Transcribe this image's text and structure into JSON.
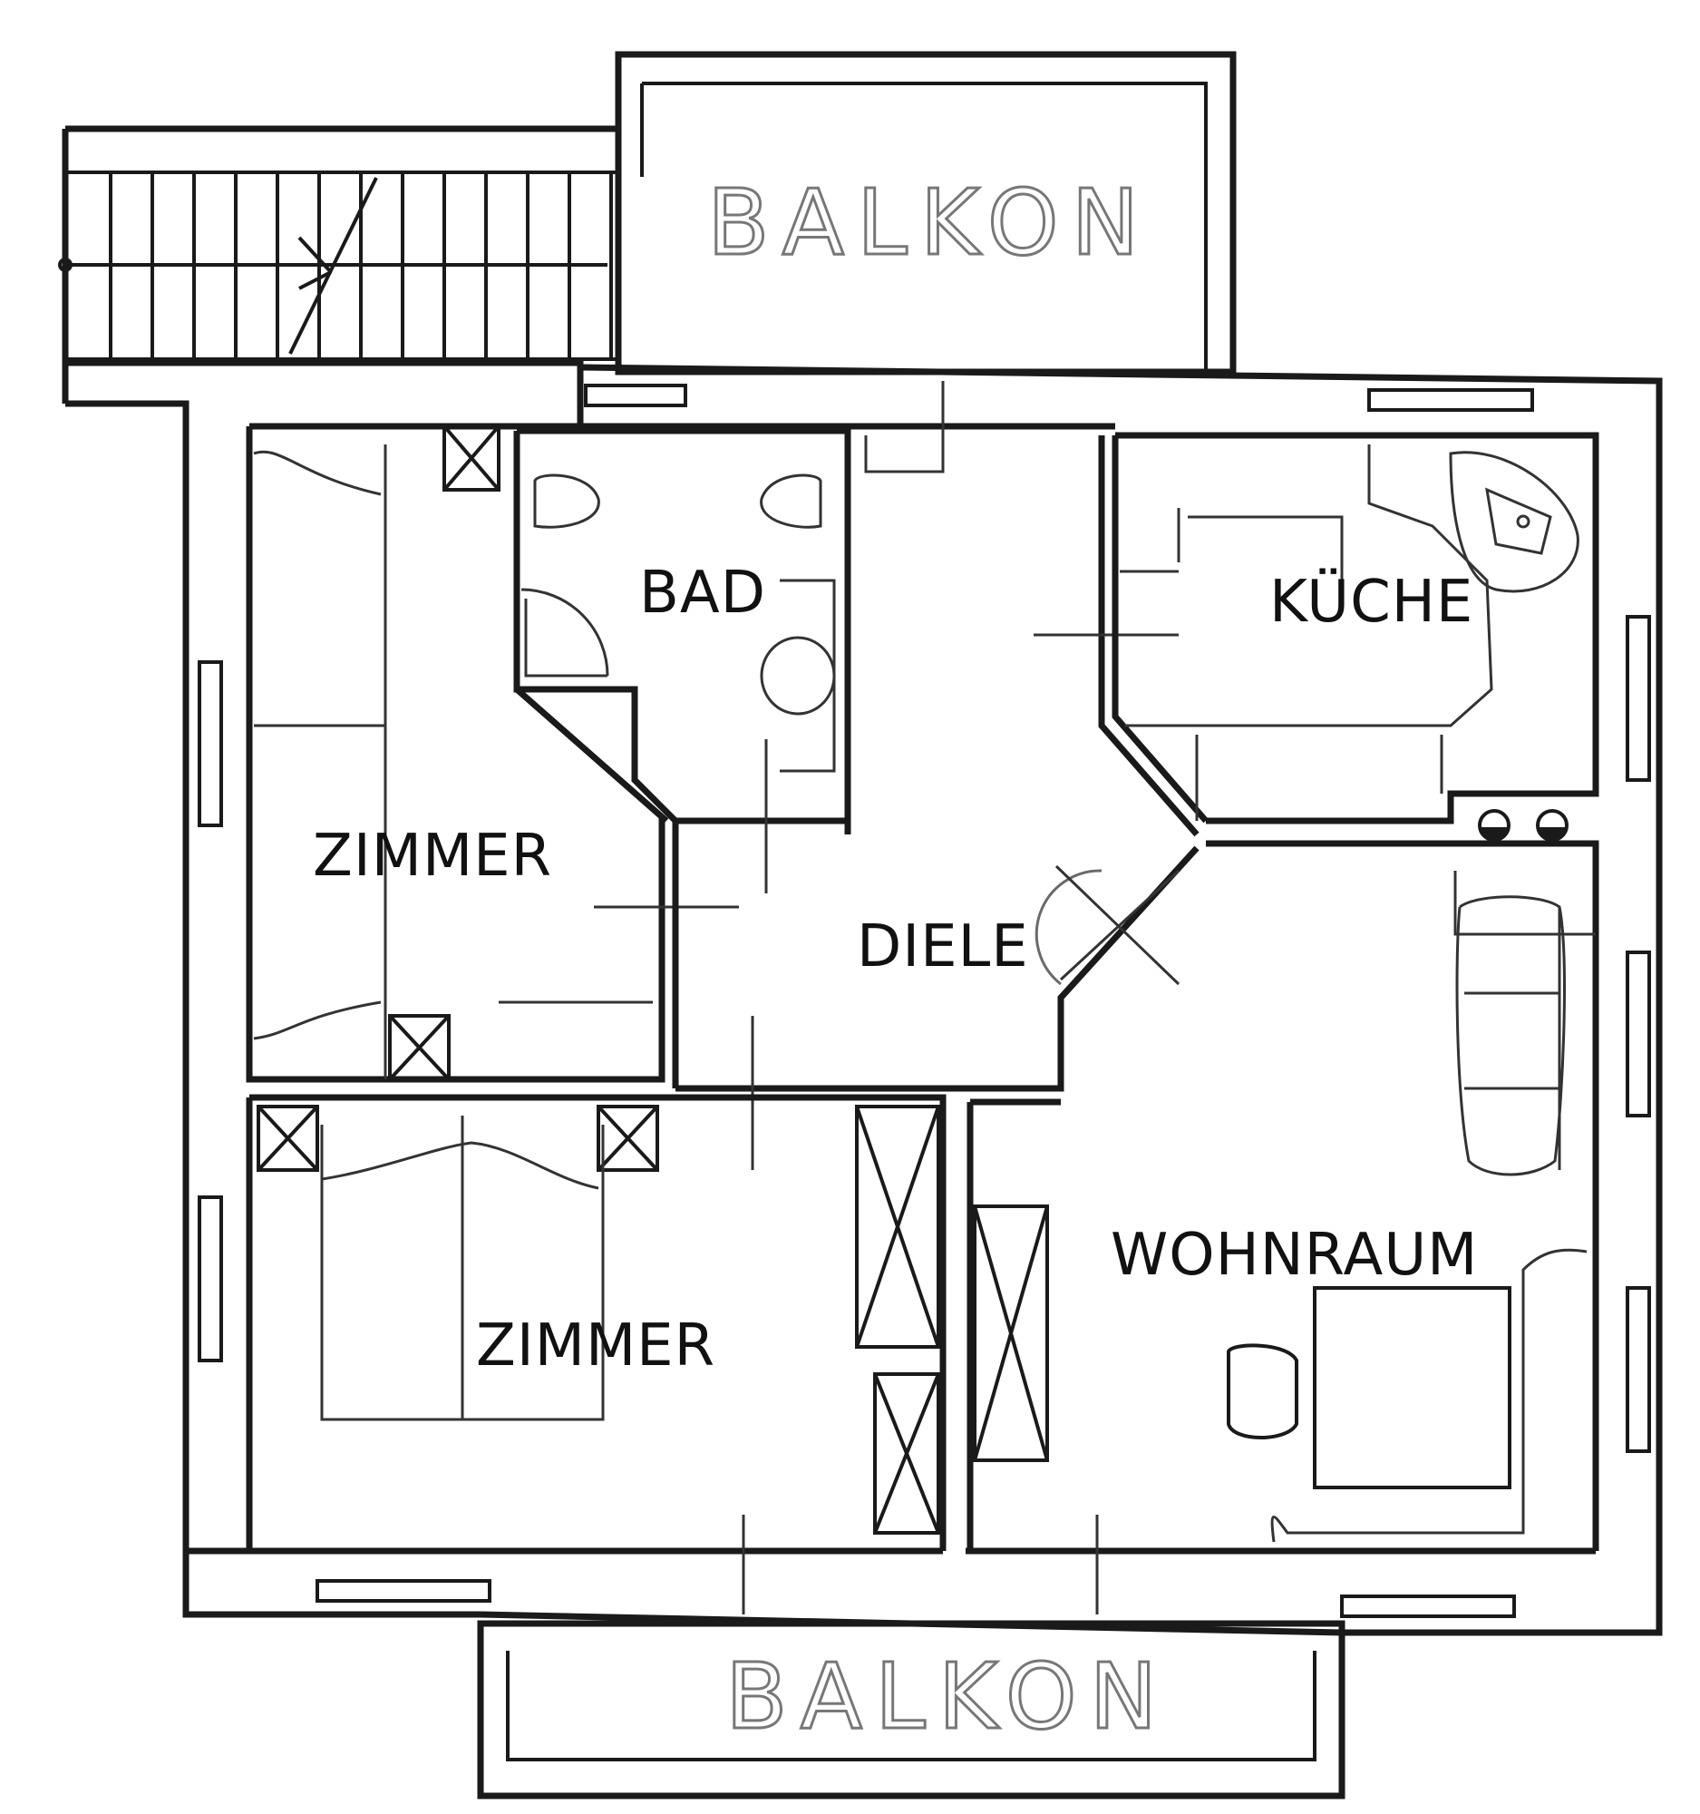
{
  "rooms": {
    "balkon_top": "BALKON",
    "bad": "BAD",
    "kueche": "KÜCHE",
    "zimmer_1": "ZIMMER",
    "diele": "DIELE",
    "zimmer_2": "ZIMMER",
    "wohnraum": "WOHNRAUM",
    "balkon_bottom": "BALKON"
  },
  "colors": {
    "ink": "#1a1a1a",
    "paper": "#ffffff",
    "balkon_outline": "#777777"
  }
}
